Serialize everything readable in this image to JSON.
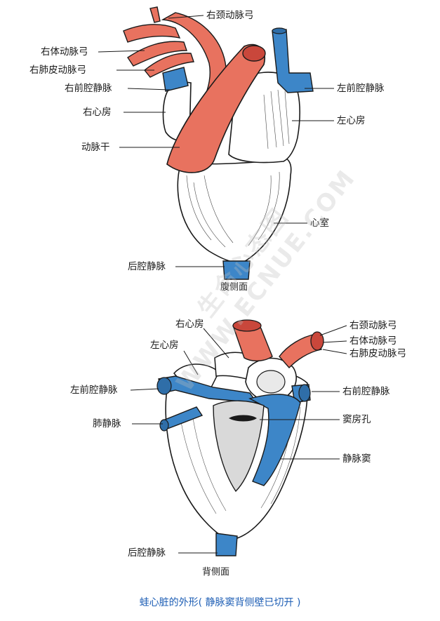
{
  "top_view": {
    "title": "腹侧面",
    "labels": {
      "right_carotid_arch": "右颈动脉弓",
      "right_systemic_arch": "右体动脉弓",
      "right_pulmocutaneous_arch": "右肺皮动脉弓",
      "right_anterior_vena_cava": "右前腔静脉",
      "right_atrium": "右心房",
      "truncus_arteriosus": "动脉干",
      "left_anterior_vena_cava": "左前腔静脉",
      "left_atrium": "左心房",
      "ventricle": "心室",
      "posterior_vena_cava": "后腔静脉"
    }
  },
  "bottom_view": {
    "title": "背侧面",
    "labels": {
      "right_atrium": "右心房",
      "left_atrium": "左心房",
      "right_carotid_arch": "右颈动脉弓",
      "right_systemic_arch": "右体动脉弓",
      "right_pulmocutaneous_arch": "右肺皮动脉弓",
      "left_anterior_vena_cava": "左前腔静脉",
      "right_anterior_vena_cava": "右前腔静脉",
      "pulmonary_vein": "肺静脉",
      "sinoatrial_aperture": "窦房孔",
      "sinus_venosus": "静脉窦",
      "posterior_vena_cava": "后腔静脉"
    }
  },
  "caption": "蛙心脏的外形( 静脉窦背侧壁已切开 )",
  "watermark": "生命心态图 WWW.ECNUE.COM",
  "colors": {
    "artery": "#e8725f",
    "vein": "#3d86c8",
    "caption": "#1f5fb5",
    "line": "#1a1a1a"
  }
}
